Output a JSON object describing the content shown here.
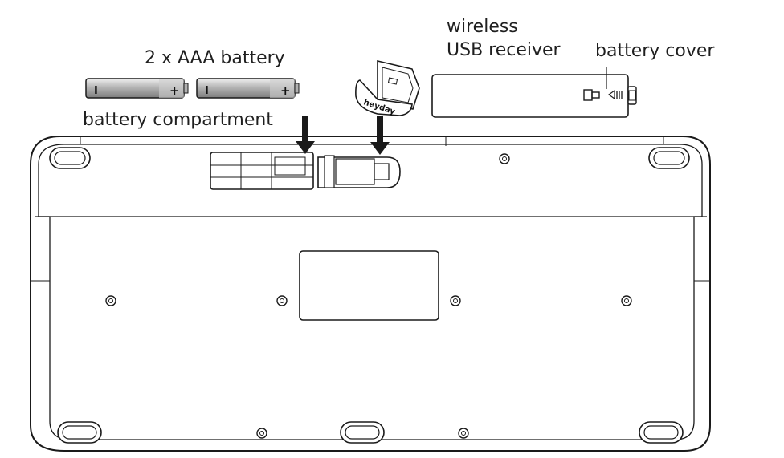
{
  "labels": {
    "battery": "2 x AAA battery",
    "compartment": "battery compartment",
    "receiver_line1": "wireless",
    "receiver_line2": "USB receiver",
    "cover": "battery cover"
  },
  "receiver_brand": "heyday",
  "battery_terminals": {
    "negative": "I",
    "positive": "+"
  },
  "icons": [
    "aaa-battery-icon",
    "usb-receiver-icon",
    "battery-cover-icon",
    "keyboard-underside-icon",
    "down-arrow-icon",
    "screw-icon",
    "rubber-foot-icon"
  ],
  "colors": {
    "stroke": "#1a1a1a",
    "battery_light": "#d9d9d9",
    "battery_mid": "#9a9a9a",
    "text": "#1f1f1f"
  }
}
